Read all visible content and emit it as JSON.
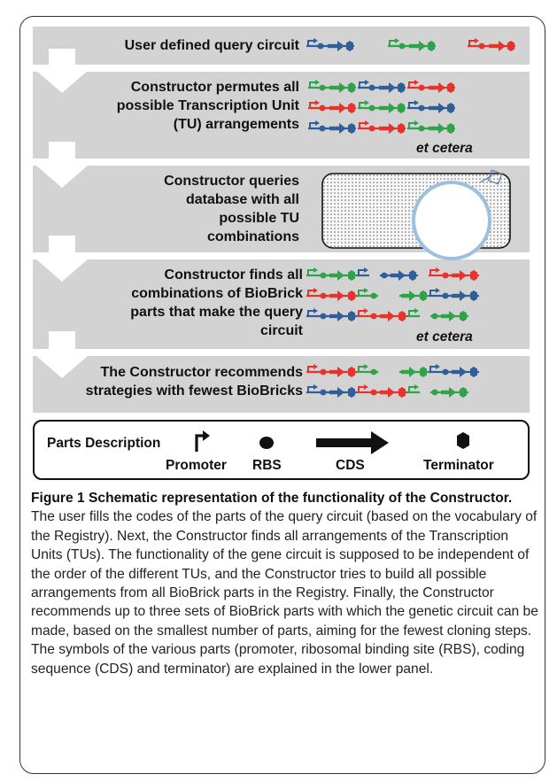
{
  "steps": [
    {
      "text": "User defined query circuit"
    },
    {
      "text": "Constructor permutes all possible Transcription Unit (TU) arrangements",
      "etc": "et cetera"
    },
    {
      "text": "Constructor queries database with all possible TU combinations"
    },
    {
      "text": "Constructor finds all combinations of BioBrick parts that make the query circuit",
      "etc": "et cetera"
    },
    {
      "text": "The Constructor recommends strategies with fewest BioBricks"
    }
  ],
  "legend": {
    "title": "Parts Description",
    "labels": [
      "Promoter",
      "RBS",
      "CDS",
      "Terminator"
    ]
  },
  "caption": {
    "label": "Figure 1",
    "bold": "Schematic representation of the functionality of the Constructor.",
    "body": "The user fills the codes of the parts of the query circuit (based on the vocabulary of the Registry). Next, the Constructor finds all arrangements of the Transcription Units (TUs). The functionality of the gene circuit is supposed to be independent of the order of the different TUs, and the Constructor tries to build all possible arrangements from all BioBrick parts in the Registry. Finally, the Constructor recommends up to three sets of BioBrick parts with which the genetic circuit can be made, based on the smallest number of parts, aiming for the fewest cloning steps. The symbols of the various parts (promoter, ribosomal binding site (RBS), coding sequence (CDS) and terminator) are explained in the lower panel."
  },
  "colors": {
    "blue": "#2e5f9a",
    "green": "#2fa34a",
    "red": "#e8322b",
    "stage": "#d3d3d3",
    "arrow": "#ffffff"
  }
}
